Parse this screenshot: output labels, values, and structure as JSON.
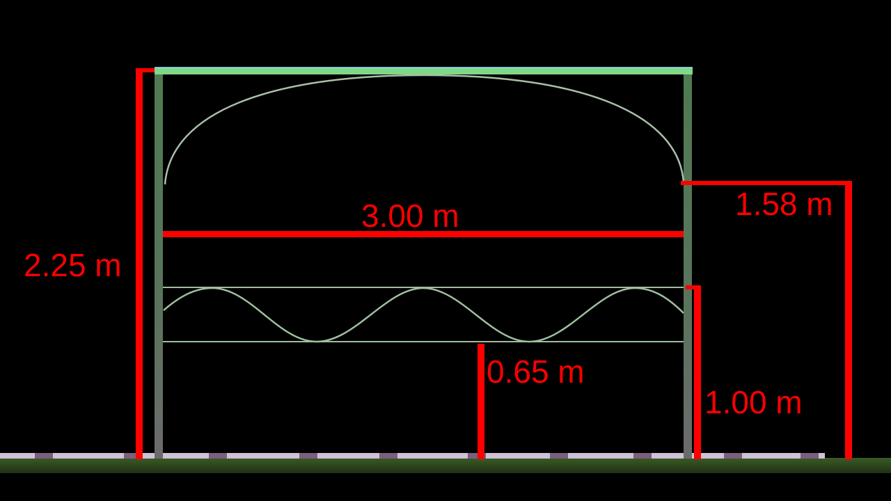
{
  "colors": {
    "background": "#000000",
    "dimension": "#ff0000",
    "post": "#5f8f62",
    "roof": "#7fd88a",
    "wire": "#9fbf9f",
    "grass": "#2f4a1f",
    "path": "#d8c8e0"
  },
  "dimensions": {
    "total_height": "2.25 m",
    "width": "3.00 m",
    "arch_start_height": "1.58 m",
    "upper_rail_height": "1.00 m",
    "lower_rail_height": "0.65 m"
  }
}
